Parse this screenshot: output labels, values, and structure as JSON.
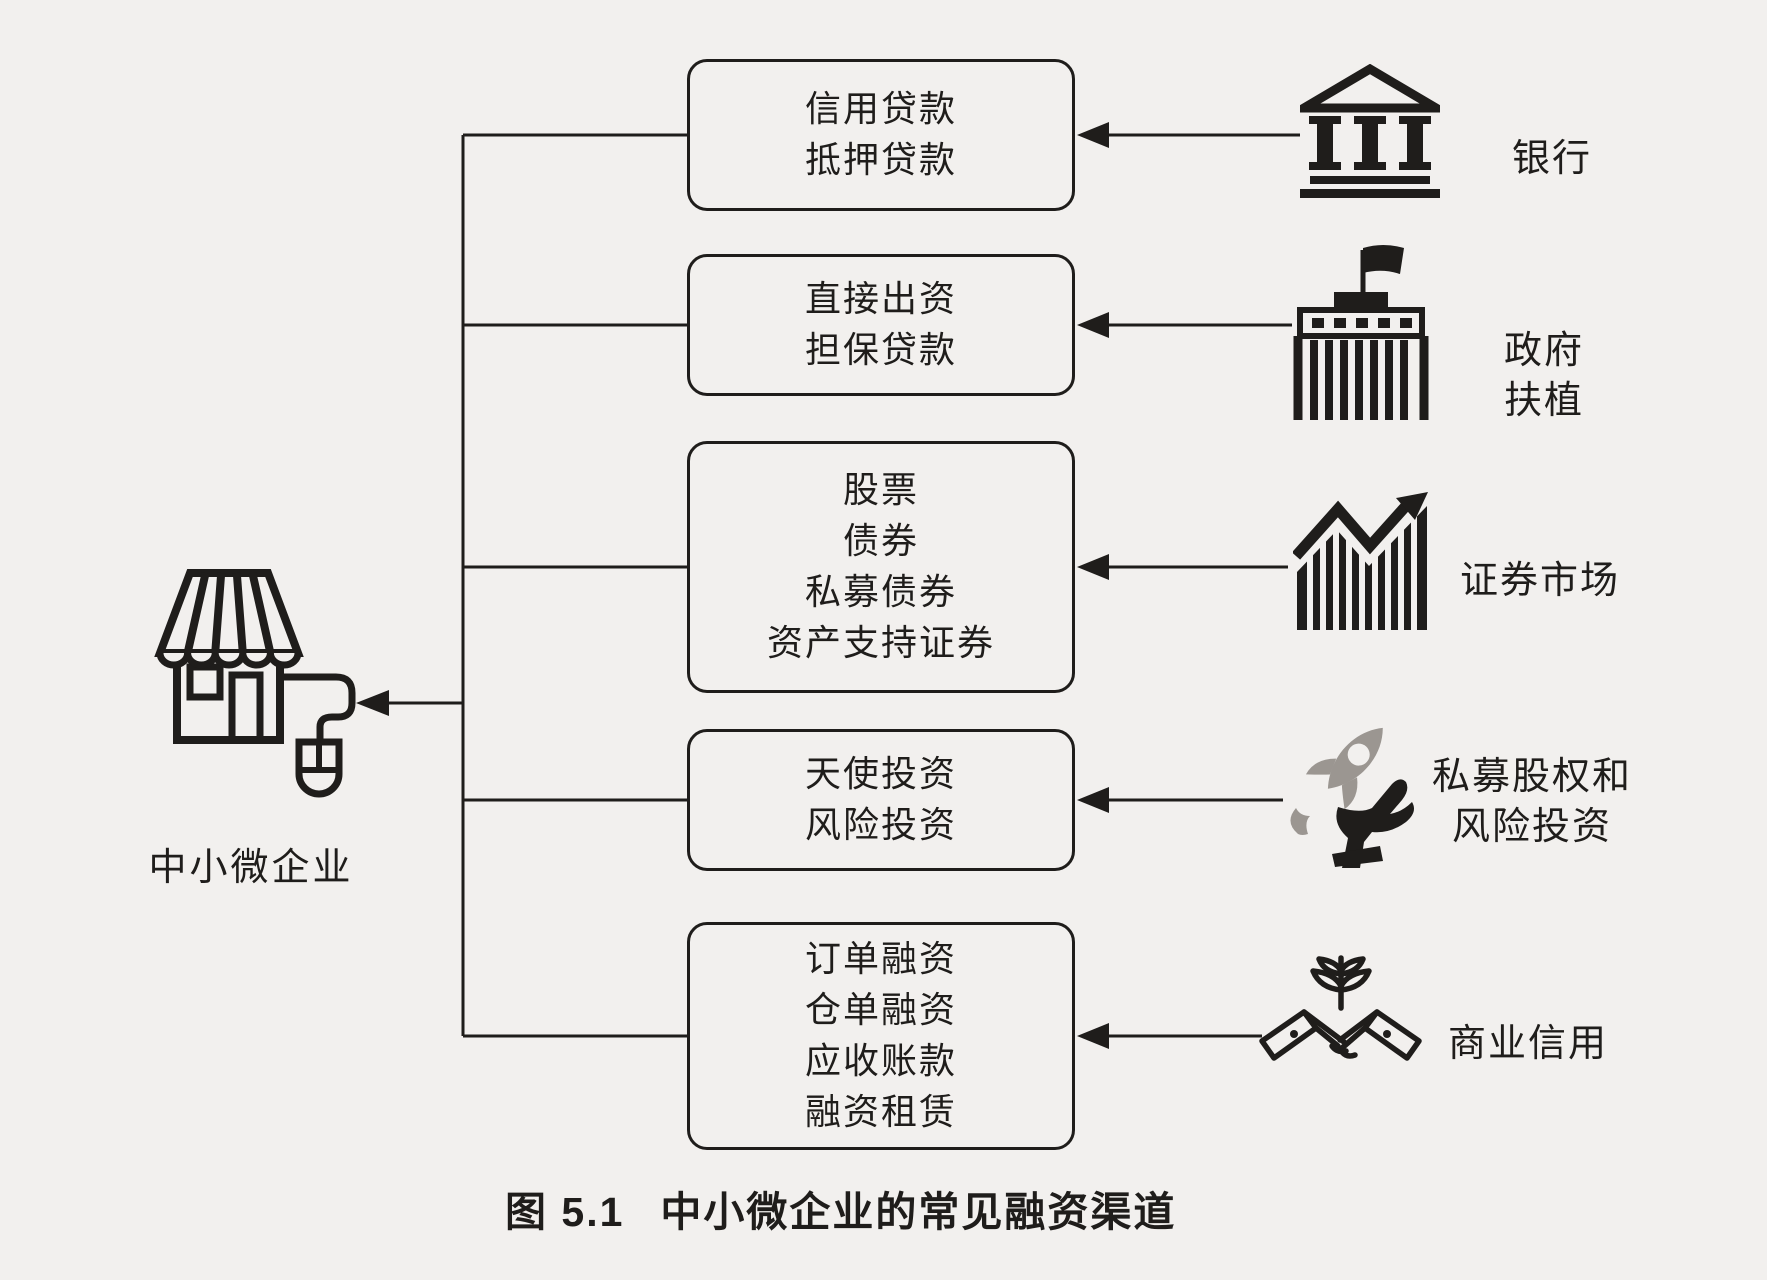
{
  "figure": {
    "caption": {
      "label": "图 5.1",
      "title": "中小微企业的常见融资渠道"
    },
    "enterprise": {
      "label": "中小微企业",
      "icon": "storefront-with-computer-mouse"
    },
    "channels": [
      {
        "name": "bank",
        "icon": "bank-building-icon",
        "source_lines": [
          "银行"
        ],
        "box_lines": [
          "信用贷款",
          "抵押贷款"
        ]
      },
      {
        "name": "government-support",
        "icon": "government-building-flag-icon",
        "source_lines": [
          "政府",
          "扶植"
        ],
        "box_lines": [
          "直接出资",
          "担保贷款"
        ]
      },
      {
        "name": "securities-market",
        "icon": "rising-stock-chart-icon",
        "source_lines": [
          "证券市场"
        ],
        "box_lines": [
          "股票",
          "债券",
          "私募债券",
          "资产支持证券"
        ]
      },
      {
        "name": "private-equity-and-venture-capital",
        "icon": "rocket-in-hand-icon",
        "source_lines": [
          "私募股权和",
          "风险投资"
        ],
        "box_lines": [
          "天使投资",
          "风险投资"
        ]
      },
      {
        "name": "commercial-credit",
        "icon": "handshake-with-plant-icon",
        "source_lines": [
          "商业信用"
        ],
        "box_lines": [
          "订单融资",
          "仓单融资",
          "应收账款",
          "融资租赁"
        ]
      }
    ],
    "colors": {
      "ink": "#1f1d1b",
      "paper": "#f2f0ee",
      "rocket_gray": "#9b9691"
    }
  }
}
